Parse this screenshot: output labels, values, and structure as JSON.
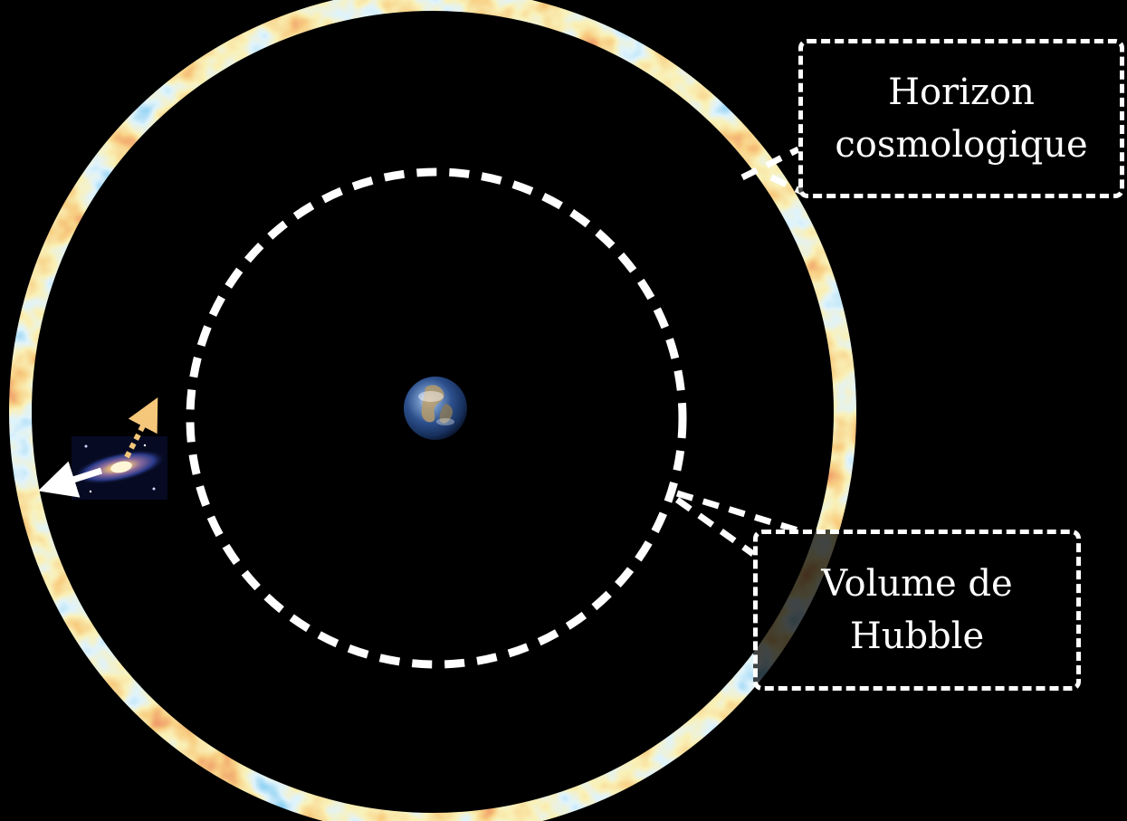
{
  "labels": {
    "horizon": [
      "Horizon",
      "cosmologique"
    ],
    "hubble": [
      "Volume de",
      "Hubble"
    ]
  },
  "icons": {
    "center": "earth-icon",
    "galaxy": "galaxy-icon",
    "arrow_recession": "white-arrow-icon",
    "arrow_light": "dotted-orange-arrow-icon"
  },
  "colors": {
    "background": "#000000",
    "dashes": "#ffffff",
    "cmb_palette": [
      "#1f5fd0",
      "#4aa8e8",
      "#bde6f7",
      "#f3e07a",
      "#f0a03a",
      "#d8401e",
      "#8e1208"
    ],
    "light_arrow": "#f4c77a"
  }
}
